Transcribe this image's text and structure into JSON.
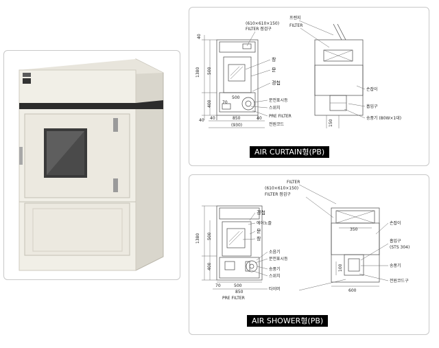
{
  "photo": {
    "alt": "air curtain cabinet product photo"
  },
  "curtain": {
    "caption": "AIR CURTAIN형(PB)",
    "labels": {
      "frame": "프렌지",
      "filter": "FILTER",
      "filter_size": "(610×610×150)",
      "filter_inspection": "FILTER 점검구",
      "window": "창",
      "door": "문",
      "mirror": "경첩",
      "door_indicator": "문전표시등",
      "switch": "스위치",
      "pre_filter": "PRE FILTER",
      "power_cord": "전원코드",
      "handle": "손잡이",
      "intake": "흡입구",
      "blower": "송풍기 (80W×1대)"
    },
    "dims": {
      "d40a": "40",
      "d1380": "1380",
      "d500": "500",
      "d400": "400",
      "d40b": "40",
      "d70": "70",
      "d500w": "500",
      "d40c": "40",
      "d850": "850",
      "d930": "(930)",
      "d40d": "40",
      "d150": "150"
    }
  },
  "shower": {
    "caption": "AIR SHOWER형(PB)",
    "labels": {
      "filter": "FILTER",
      "filter_size": "(610×610×150)",
      "filter_inspection": "FILTER 점검구",
      "mirror": "경첩",
      "air_nozzle": "에어노즐",
      "door": "문",
      "window": "창",
      "silencer": "소음기",
      "door_indicator": "문전표시등",
      "blower": "송풍기",
      "switch": "스위치",
      "timer": "타이머",
      "pre_filter": "PRE FILTER",
      "handle": "손잡이",
      "intake": "흡입구",
      "intake_material": "(STS 304)",
      "blower_r": "송풍기",
      "power_cord": "전원코드구"
    },
    "dims": {
      "d1380": "1380",
      "d500": "500",
      "d400": "400",
      "d70": "70",
      "d500w": "500",
      "d850": "850",
      "d350": "350",
      "d100": "100",
      "d600": "600"
    }
  }
}
